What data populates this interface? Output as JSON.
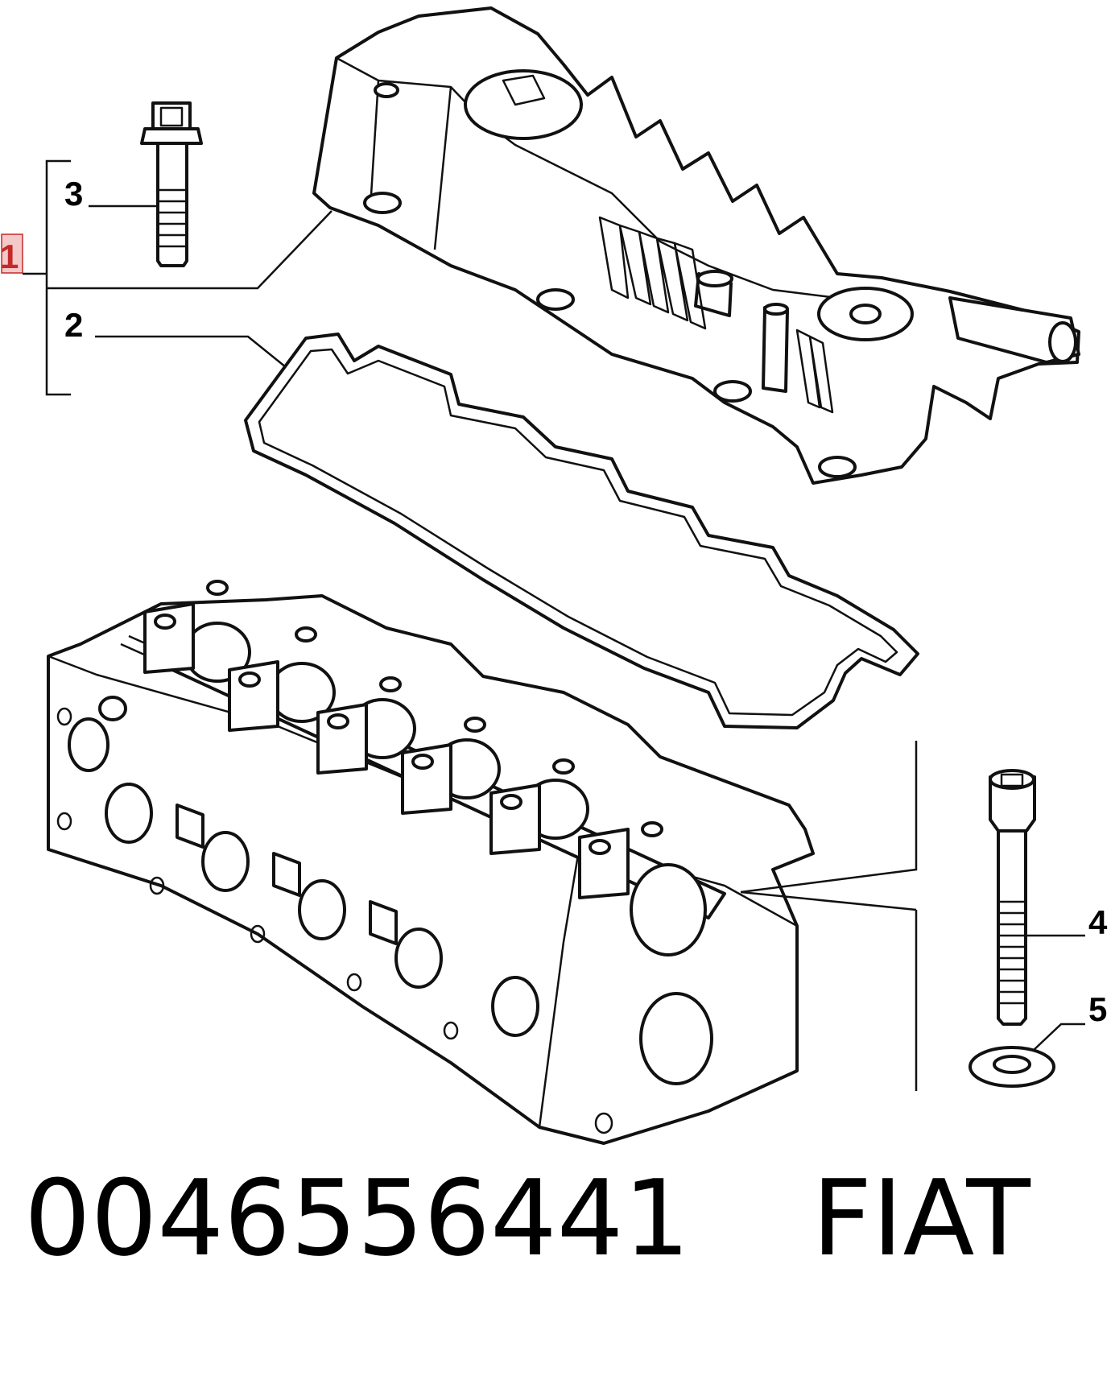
{
  "callouts": [
    "1",
    "2",
    "3",
    "4",
    "5"
  ],
  "caption": {
    "part_number": "0046556441",
    "brand": "FIAT"
  },
  "colors": {
    "line": "#111111",
    "callout_1_highlight": "#c42a2a",
    "callout_1_box": "#f4c9c9"
  }
}
